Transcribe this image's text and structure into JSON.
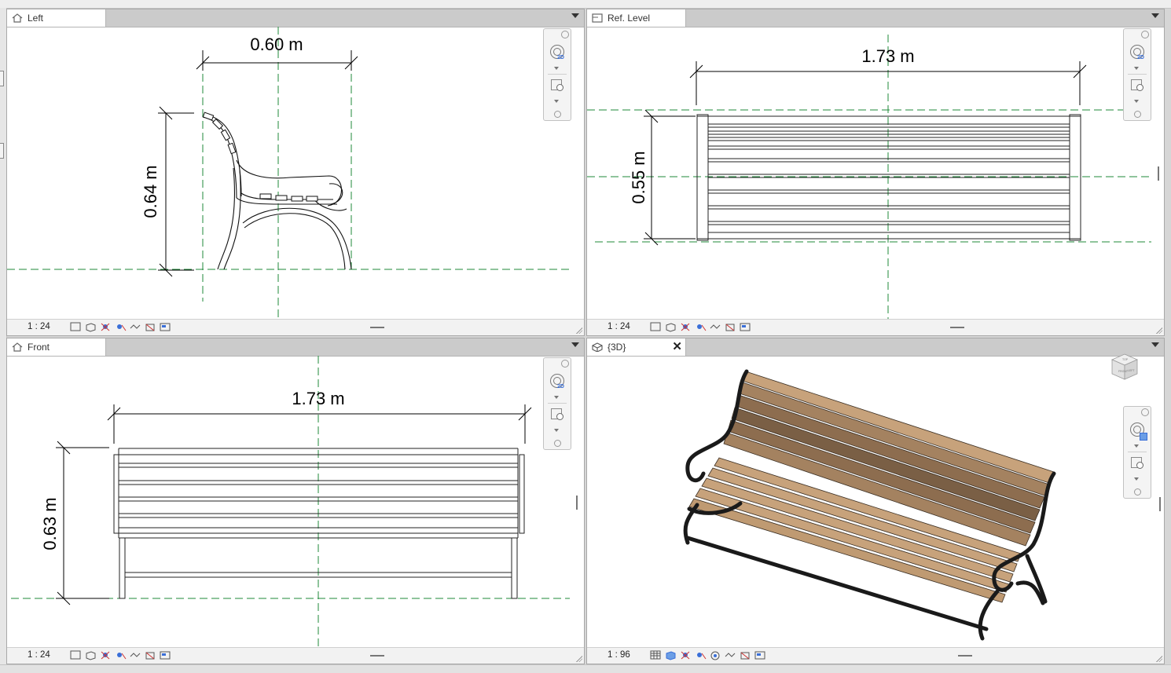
{
  "views": {
    "left": {
      "title": "Left",
      "scale": "1 : 24",
      "dimensions": {
        "width": "0.60 m",
        "height": "0.64 m"
      }
    },
    "plan": {
      "title": "Ref. Level",
      "scale": "1 : 24",
      "dimensions": {
        "length": "1.73 m",
        "depth": "0.55 m"
      }
    },
    "front": {
      "title": "Front",
      "scale": "1 : 24",
      "dimensions": {
        "length": "1.73 m",
        "height": "0.63 m"
      }
    },
    "three_d": {
      "title": "{3D}",
      "scale": "1 : 96",
      "close_glyph": "✕",
      "viewcube_faces": [
        "FRONT",
        "LEFT",
        "TOP"
      ]
    }
  },
  "navbar_tags": {
    "two_d": "2D"
  },
  "icons": {
    "elevation_tab": "house-elevation-icon",
    "plan_tab": "floor-plan-icon",
    "three_d_tab": "cube-3d-icon",
    "view_controls": [
      "detail-level-icon",
      "visual-style-icon",
      "sun-path-icon",
      "shadows-icon",
      "crop-view-icon",
      "show-crop-icon",
      "temporary-hide-icon",
      "reveal-hidden-icon"
    ]
  },
  "colors": {
    "centerline_green": "#1f8a3a",
    "wood_slat": "#c7a27b",
    "wood_slat_dark": "#7a5f45",
    "iron_frame": "#1a1a1a",
    "tab_bar": "#cbcbcb"
  }
}
